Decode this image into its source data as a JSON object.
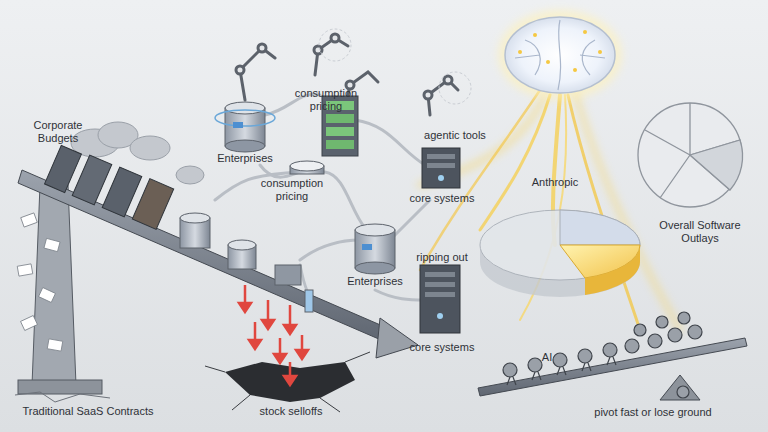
{
  "diagram": {
    "labels": [
      "consumption pricing",
      "Corporate Budgets",
      "agentic tools",
      "Enterprises",
      "Anthropic",
      "consumption pricing",
      "core systems",
      "Overall Software Outlays",
      "ripping out",
      "Enterprises",
      "core systems",
      "AI",
      "Traditional SaaS Contracts",
      "stock selloffs",
      "pivot fast or lose ground"
    ]
  }
}
